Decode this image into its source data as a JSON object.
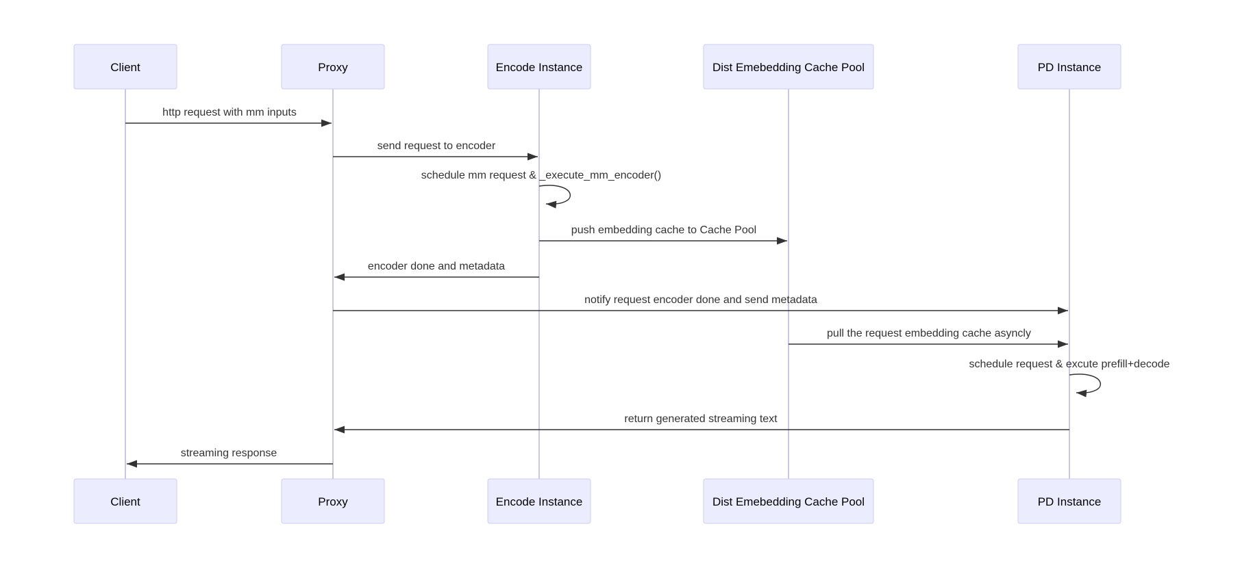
{
  "diagram": {
    "type": "sequence-diagram",
    "background_color": "#ffffff",
    "colors": {
      "actor_fill": "#ECECFF",
      "actor_border": "#CCCCF2",
      "lifeline": "#CBC5EC",
      "message_line": "#333333",
      "message_text": "#333333",
      "actor_text": "#000000"
    },
    "actors": [
      {
        "id": "client",
        "label": "Client"
      },
      {
        "id": "proxy",
        "label": "Proxy"
      },
      {
        "id": "encode",
        "label": "Encode Instance"
      },
      {
        "id": "cache_pool",
        "label": "Dist Emebedding Cache Pool"
      },
      {
        "id": "pd",
        "label": "PD Instance"
      }
    ],
    "messages": [
      {
        "from": "client",
        "to": "proxy",
        "kind": "solid-arrow",
        "label": "http request with mm inputs"
      },
      {
        "from": "proxy",
        "to": "encode",
        "kind": "solid-arrow",
        "label": "send request to encoder"
      },
      {
        "from": "encode",
        "to": "encode",
        "kind": "self-loop",
        "label": "schedule mm request & _execute_mm_encoder()"
      },
      {
        "from": "encode",
        "to": "cache_pool",
        "kind": "solid-arrow",
        "label": "push embedding cache to Cache Pool"
      },
      {
        "from": "encode",
        "to": "proxy",
        "kind": "solid-arrow",
        "label": "encoder done and metadata"
      },
      {
        "from": "proxy",
        "to": "pd",
        "kind": "solid-arrow",
        "label": "notify request encoder done and send metadata"
      },
      {
        "from": "cache_pool",
        "to": "pd",
        "kind": "solid-arrow",
        "label": "pull the request embedding cache asyncly"
      },
      {
        "from": "pd",
        "to": "pd",
        "kind": "self-loop",
        "label": "schedule request & excute prefill+decode"
      },
      {
        "from": "pd",
        "to": "proxy",
        "kind": "solid-arrow",
        "label": "return generated streaming text"
      },
      {
        "from": "proxy",
        "to": "client",
        "kind": "solid-arrow",
        "label": "streaming response"
      }
    ]
  }
}
